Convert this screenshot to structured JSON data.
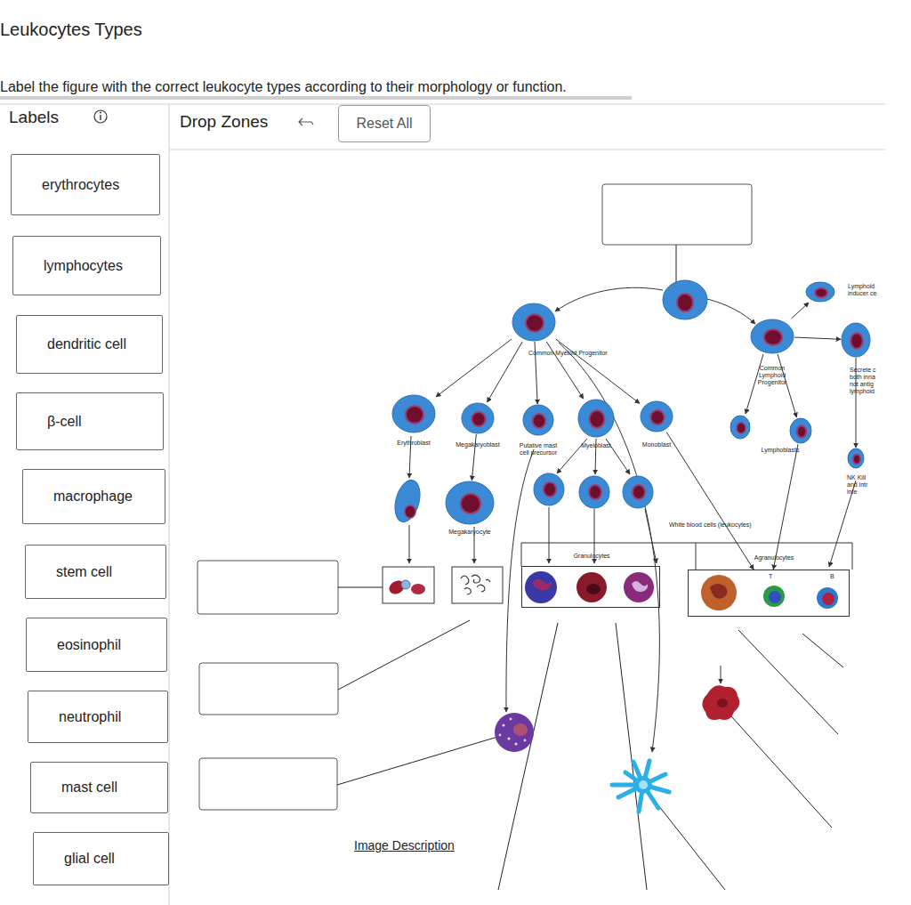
{
  "diagram": {
    "title": "Leukocytes Types",
    "nodes": [
      {
        "text": [
          "Reset All"
        ]
      },
      {
        "text": [
          "erythrocytes"
        ]
      },
      {
        "text": [
          "lymphocytes"
        ]
      },
      {
        "text": [
          "dendritic cell"
        ]
      },
      {
        "text": [
          "β-cell"
        ]
      },
      {
        "text": [
          "macrophage"
        ]
      },
      {
        "text": [
          "stem cell"
        ]
      },
      {
        "text": [
          "eosinophil"
        ]
      },
      {
        "text": [
          "neutrophil"
        ]
      },
      {
        "text": [
          "mast cell"
        ]
      },
      {
        "text": [
          "glial cell"
        ]
      },
      {
        "text": [
          "Common Myeloid Progenitor"
        ]
      },
      {
        "text": [
          "Common Lymphoid Progenitor"
        ]
      },
      {
        "text": [
          "Lymphoid inducer ce"
        ]
      },
      {
        "text": [
          "Secrete c both inna not antig lymphoid"
        ]
      },
      {
        "text": [
          "Erythroblast"
        ]
      },
      {
        "text": [
          "Megakaryoblast"
        ]
      },
      {
        "text": [
          "Putative mast cell precursor"
        ]
      },
      {
        "text": [
          "Myeloblast"
        ]
      },
      {
        "text": [
          "Monoblast"
        ]
      },
      {
        "text": [
          "Lymphoblasts"
        ]
      },
      {
        "text": [
          "NK Kill and intr infe"
        ]
      },
      {
        "text": [
          "Megakaryocyte"
        ]
      },
      {
        "text": [
          "Granulocytes"
        ]
      },
      {
        "text": [
          "Agranulocytes",
          "T",
          "B"
        ]
      }
    ],
    "edges": [
      {
        "from": 11,
        "to": 15,
        "arrow": "to"
      },
      {
        "from": 11,
        "to": 16,
        "arrow": "to"
      },
      {
        "from": 11,
        "to": 17,
        "arrow": "to"
      },
      {
        "from": 11,
        "to": 18,
        "arrow": "to"
      },
      {
        "from": 11,
        "to": 19,
        "arrow": "to"
      },
      {
        "from": 12,
        "to": 13,
        "arrow": "to"
      },
      {
        "from": 12,
        "to": 14,
        "arrow": "to"
      },
      {
        "from": 12,
        "to": 20,
        "arrow": "to"
      },
      {
        "from": 14,
        "to": 21,
        "arrow": "to"
      },
      {
        "from": 16,
        "to": 22,
        "arrow": "to"
      },
      {
        "from": 19,
        "to": 24,
        "arrow": "to"
      },
      {
        "from": 20,
        "to": 24,
        "arrow": "to"
      }
    ],
    "labels": [
      "Label the figure with the correct leukocyte types according to their morphology or function.",
      "Labels",
      "Drop Zones",
      "White blood cells (leukocytes)",
      "Image Description"
    ]
  }
}
